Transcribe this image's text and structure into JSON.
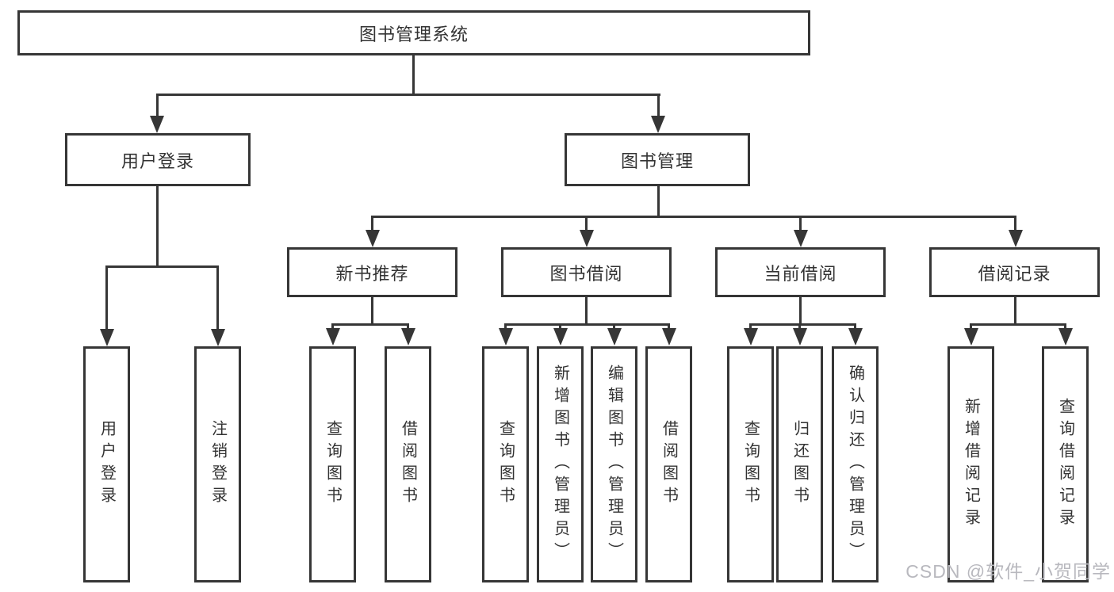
{
  "diagram": {
    "title": "图书管理系统",
    "root": {
      "label": "图书管理系统"
    },
    "level2": [
      {
        "label": "用户登录"
      },
      {
        "label": "图书管理"
      }
    ],
    "level3": [
      {
        "label": "新书推荐"
      },
      {
        "label": "图书借阅"
      },
      {
        "label": "当前借阅"
      },
      {
        "label": "借阅记录"
      }
    ],
    "leaves": {
      "user_login": [
        "用户登录",
        "注销登录"
      ],
      "new_book_recommend": [
        "查询图书",
        "借阅图书"
      ],
      "book_borrow": [
        "查询图书",
        "新增图书（管理员）",
        "编辑图书（管理员）",
        "借阅图书"
      ],
      "current_borrow": [
        "查询图书",
        "归还图书",
        "确认归还（管理员）"
      ],
      "borrow_records": [
        "新增借阅记录",
        "查询借阅记录"
      ]
    }
  },
  "watermark": "CSDN @软件_小贺同学",
  "colors": {
    "line": "#363636",
    "text": "#333333",
    "watermark": "#b8b8be",
    "background": "#ffffff"
  }
}
